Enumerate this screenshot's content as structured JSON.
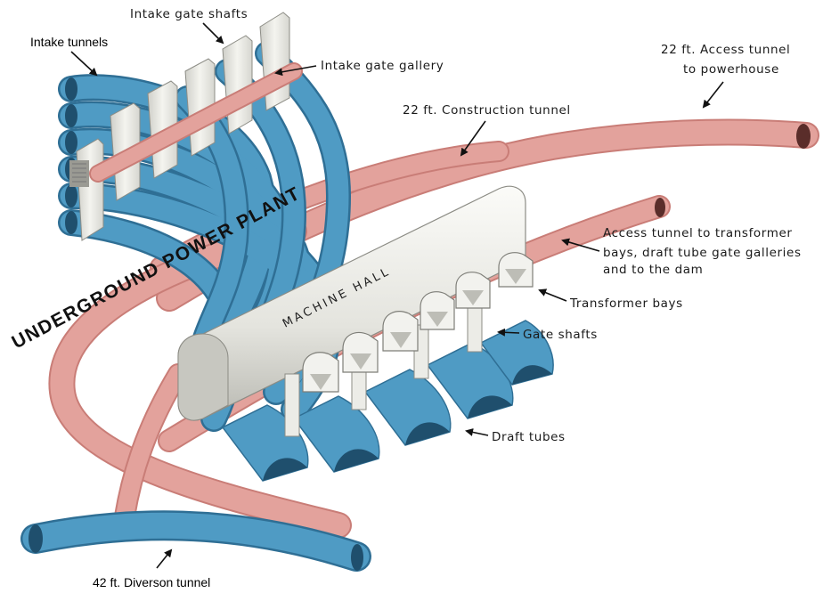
{
  "labels": {
    "intake_gate_shafts": "Intake gate shafts",
    "intake_tunnels": "Intake tunnels",
    "intake_gate_gallery": "Intake gate gallery",
    "access_tunnel_powerhouse_line1": "22 ft. Access tunnel",
    "access_tunnel_powerhouse_line2": "to powerhouse",
    "construction_tunnel": "22 ft. Construction tunnel",
    "access_transformer_line1": "Access tunnel to transformer",
    "access_transformer_line2": "bays, draft tube gate galleries",
    "access_transformer_line3": "and to the dam",
    "transformer_bays": "Transformer bays",
    "gate_shafts": "Gate shafts",
    "draft_tubes": "Draft tubes",
    "diversion_tunnel": "42 ft. Diverson tunnel"
  },
  "artwork_text": {
    "underground_power_plant": "UNDERGROUND POWER PLANT",
    "machine_hall": "MACHINE HALL"
  },
  "colors": {
    "tunnel_blue": "#4f9bc4",
    "tunnel_pink": "#e3a29c",
    "concrete": "#e6e6e1",
    "background": "#ffffff"
  }
}
